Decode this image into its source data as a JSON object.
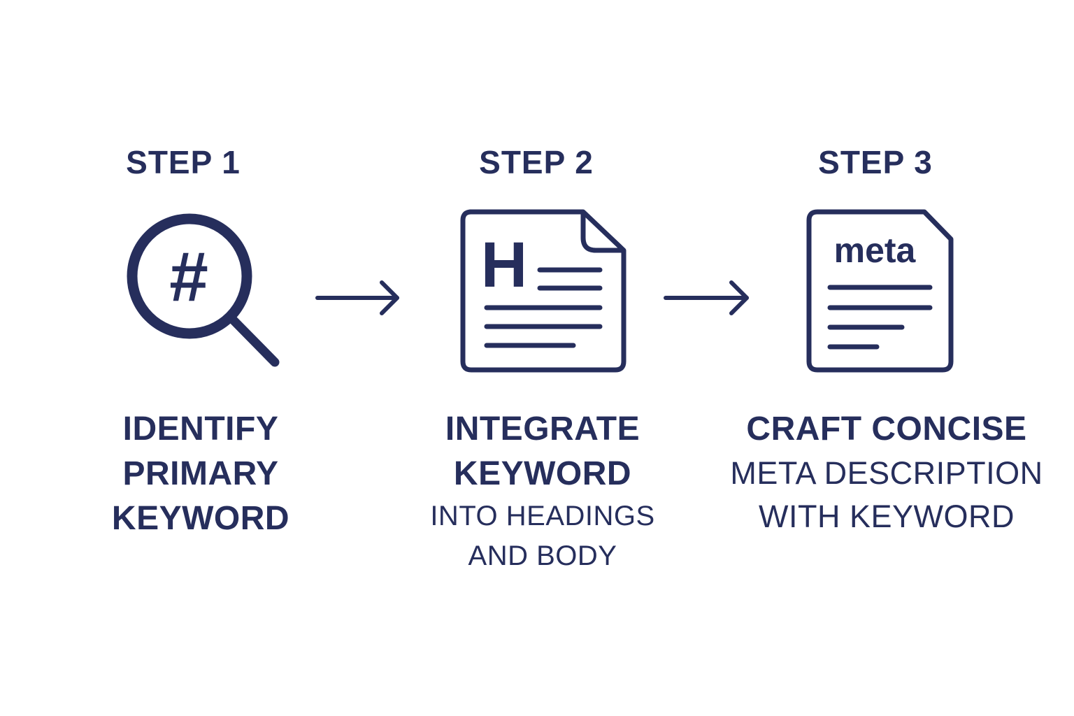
{
  "colors": {
    "ink": "#262e5c",
    "background": "#ffffff"
  },
  "steps": [
    {
      "heading": "STEP 1",
      "icon": "magnifier-hashtag-icon",
      "hashtag_glyph": "#",
      "caption": [
        "IDENTIFY",
        "PRIMARY",
        "KEYWORD"
      ]
    },
    {
      "heading": "STEP 2",
      "icon": "heading-document-icon",
      "heading_glyph": "H",
      "caption": [
        "INTEGRATE",
        "KEYWORD",
        "INTO HEADINGS",
        "AND BODY"
      ]
    },
    {
      "heading": "STEP 3",
      "icon": "meta-document-icon",
      "doc_label": "meta",
      "caption": [
        "CRAFT CONCISE",
        "META DESCRIPTION",
        "WITH KEYWORD"
      ]
    }
  ],
  "connectors": [
    "right-arrow-icon",
    "right-arrow-icon"
  ]
}
